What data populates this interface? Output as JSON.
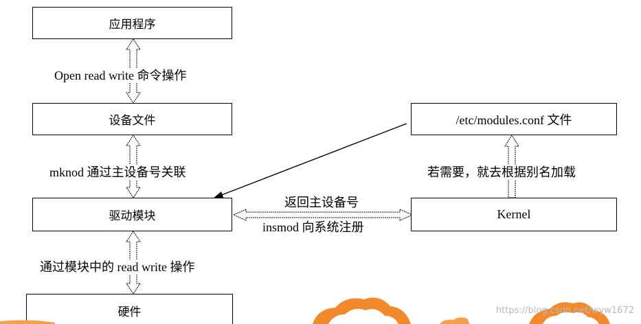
{
  "boxes": {
    "application": "应用程序",
    "device_file": "设备文件",
    "driver_module": "驱动模块",
    "hardware": "硬件",
    "modules_conf": "/etc/modules.conf 文件",
    "kernel": "Kernel"
  },
  "edge_labels": {
    "app_to_device_file": "Open read write 命令操作",
    "device_file_to_driver": "mknod 通过主设备号关联",
    "driver_to_hardware": "通过模块中的 read write 操作",
    "kernel_to_modules_conf": "若需要，就去根据别名加载",
    "kernel_to_driver": "返回主设备号",
    "driver_to_kernel": "insmod 向系统注册"
  },
  "watermark": "https://blog.csdn.net/wyw1672"
}
